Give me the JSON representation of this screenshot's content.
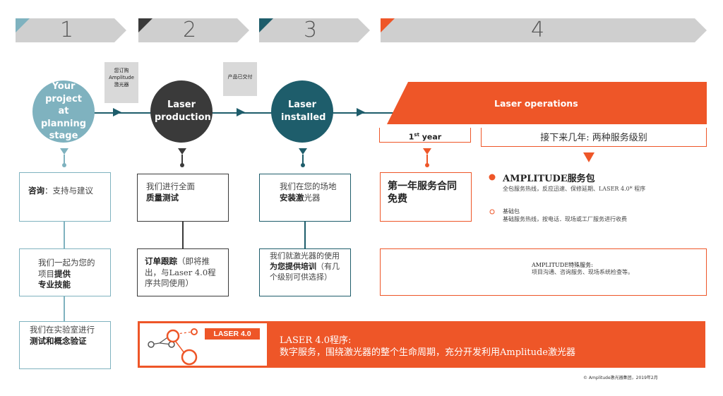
{
  "steps": [
    {
      "num": "1",
      "color": "#7fb2bf"
    },
    {
      "num": "2",
      "color": "#3a3a3a"
    },
    {
      "num": "3",
      "color": "#1e5d6b"
    },
    {
      "num": "4",
      "color": "#ee5628"
    }
  ],
  "tags": {
    "ordered_line1": "您订购",
    "ordered_line2": "Amplitude",
    "ordered_line3": "激光器",
    "delivered": "产品已交付"
  },
  "stages": {
    "planning": "Your project at planning stage",
    "production": "Laser production",
    "installed": "Laser installed",
    "operations": "Laser operations"
  },
  "col1": {
    "box1_bold": "咨询",
    "box1_text": "：支持与建议",
    "box2_text_a": "我们一起为您的项目",
    "box2_bold_a": "提供",
    "box2_bold_b": "专业技能",
    "box3_text": "我们在实验室进行",
    "box3_bold": "测试和概念验证"
  },
  "col2": {
    "box1_text": "我们进行全面",
    "box1_bold": "质量测试",
    "box2_bold": "订单跟踪",
    "box2_text": "（即将推出，与Laser 4.0程序共同使用）"
  },
  "col3": {
    "box1_text_a": "我们在您的场地",
    "box1_bold": "安装激",
    "box1_text_b": "光器",
    "box2_text_a": "我们就激光器的使用",
    "box2_bold": "为您提供培训",
    "box2_text_b": "（有几个级别可供选择）"
  },
  "col4": {
    "first_year": "1",
    "first_year_sup": "st",
    "first_year_rest": " year",
    "next_years": "接下来几年: 两种服务级别",
    "free_contract": "第一年服务合同免费",
    "amp_pack_title": "AMPLITUDE服务包",
    "amp_pack_desc": "全包服务热线，反应迅速、保修延期、LASER 4.0* 程序",
    "basic_title": "基础包",
    "basic_desc": "基础服务热线，按电话．现场或工厂服务进行收费",
    "special_title": "AMPLITUDE特殊服务:",
    "special_desc": "项目沟通、咨询服务、现场系统检查等。"
  },
  "laser40": {
    "badge": "LASER 4.0",
    "title": "LASER 4.0程序:",
    "desc": "数字服务，围绕激光器的整个生命周期，充分开发利用Amplitude激光器"
  },
  "footer": "© Amplitude激光器集团，2019年2月"
}
